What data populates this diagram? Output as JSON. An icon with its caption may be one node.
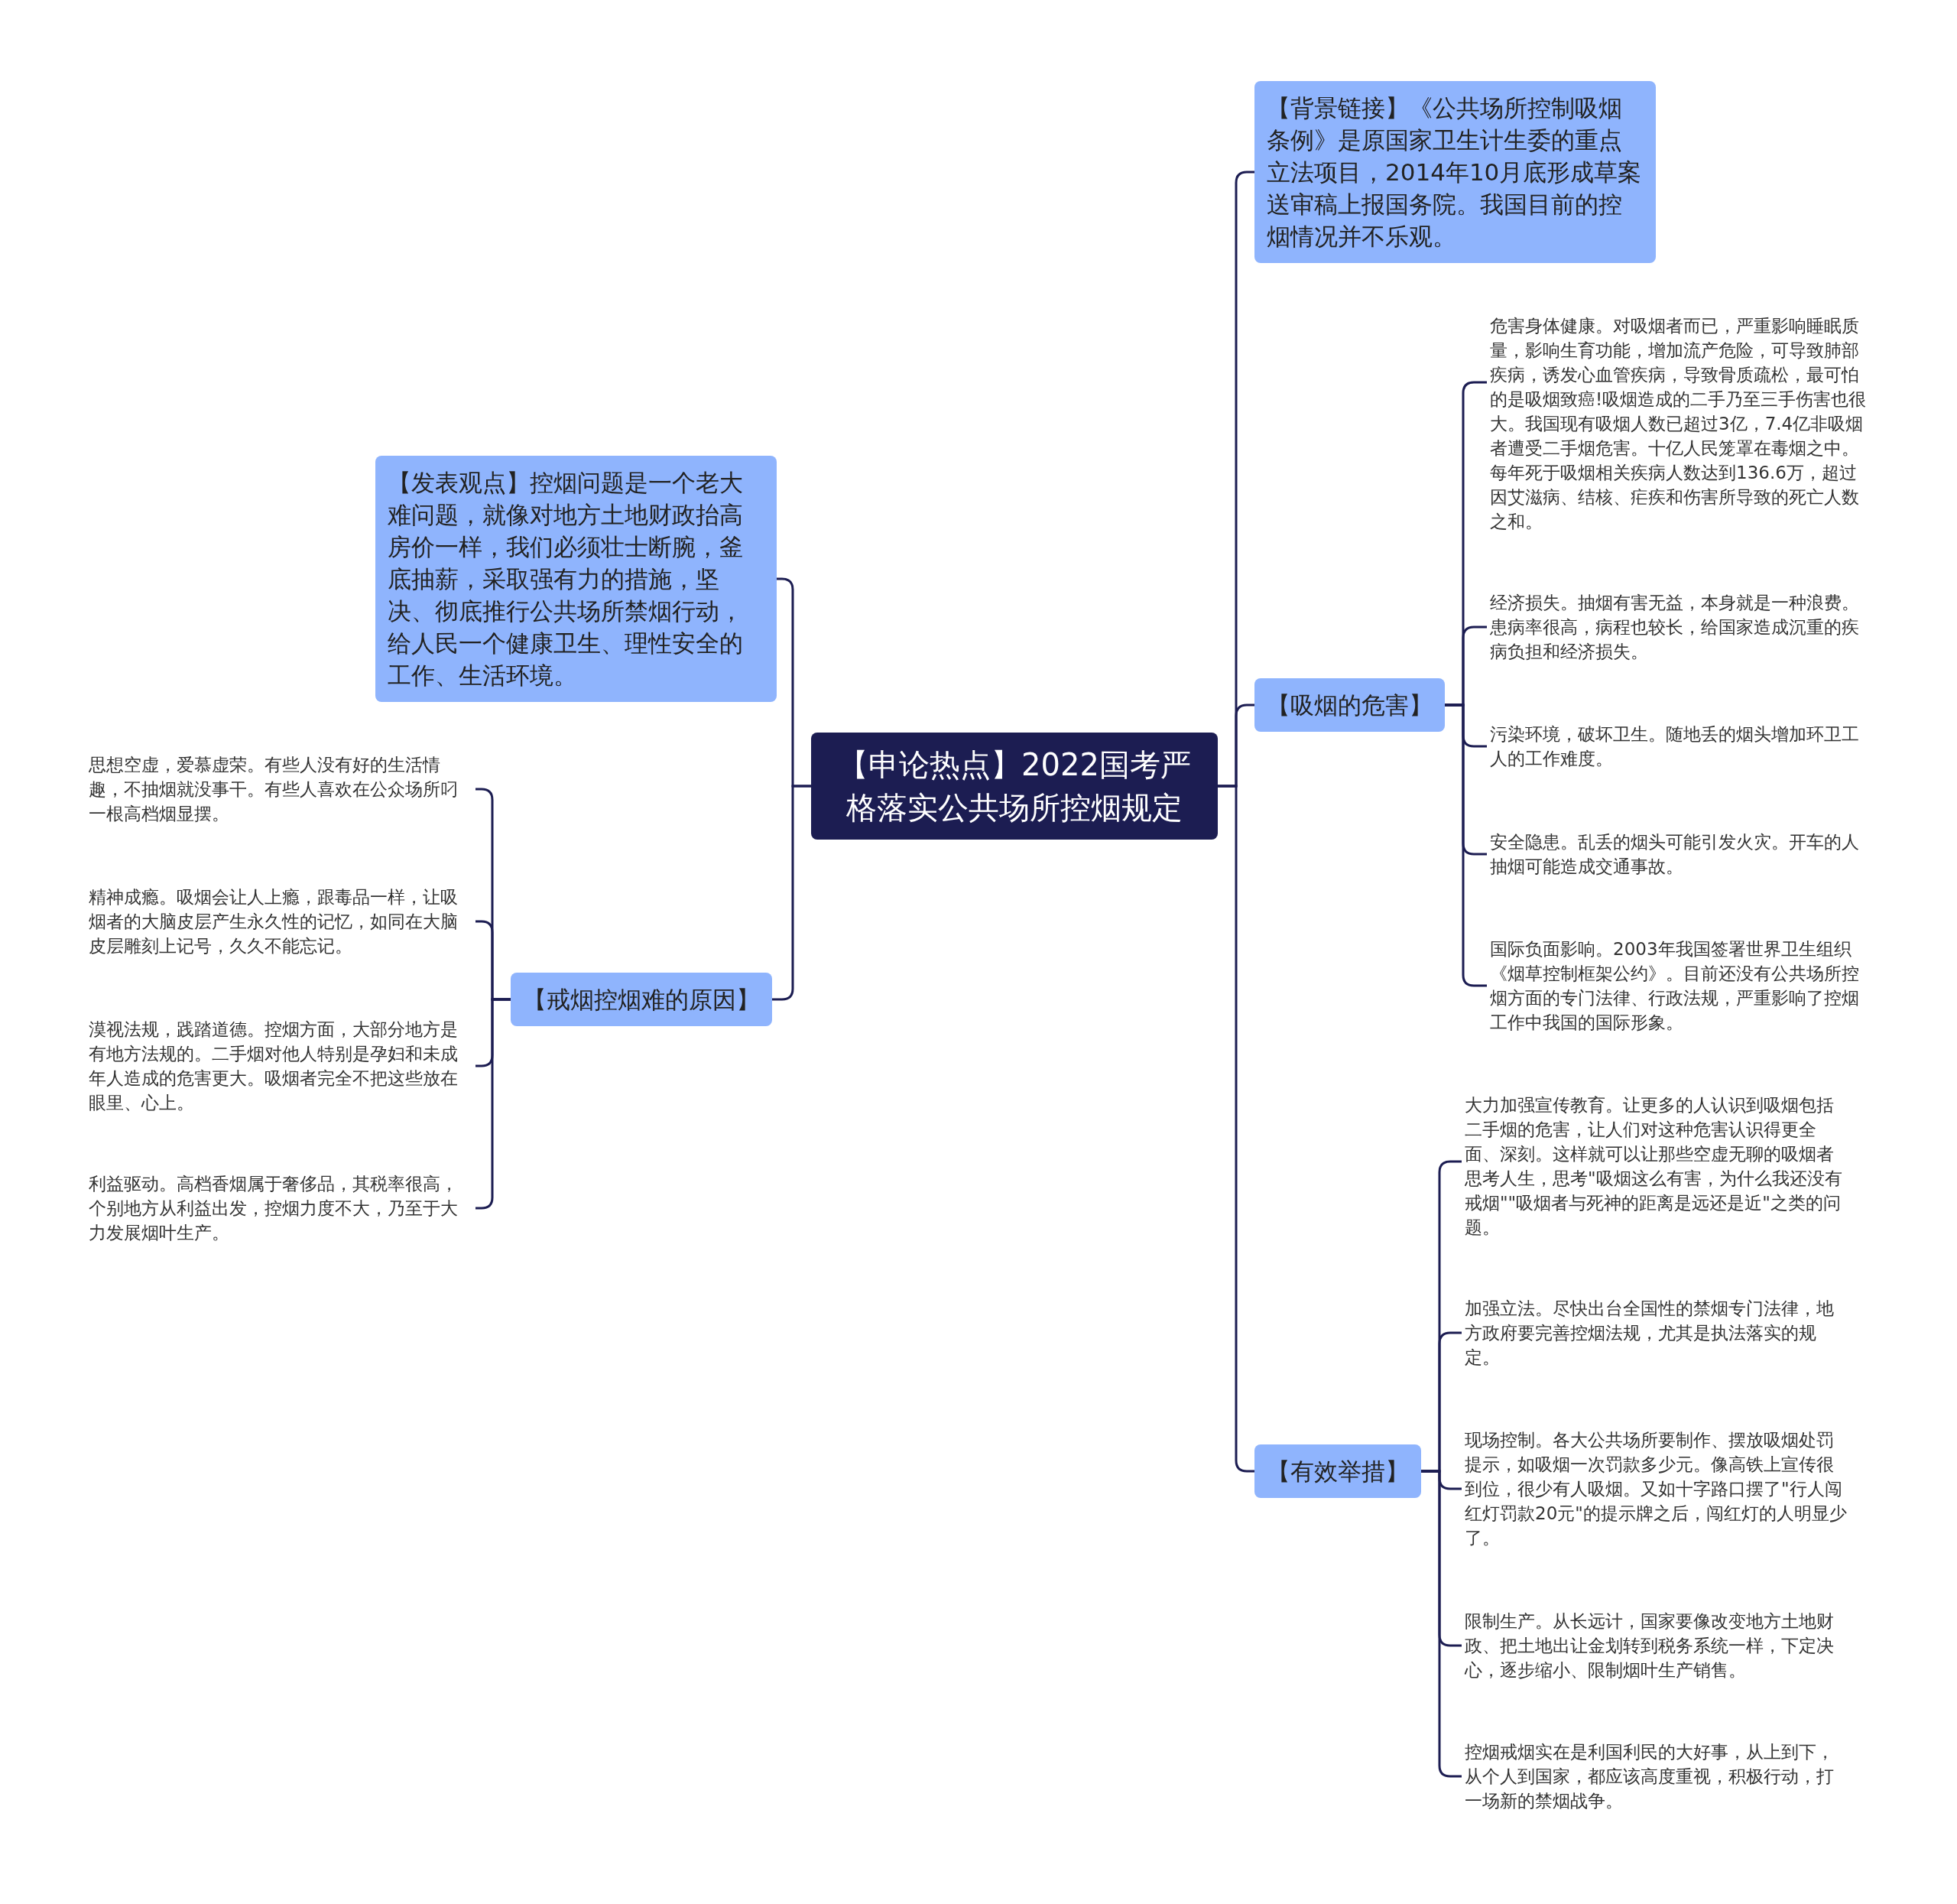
{
  "diagram": {
    "nodes": [
      {
        "text": [
          "【申论热点】2022国考严格落实公共场所控烟规定"
        ]
      },
      {
        "text": [
          "【背景链接】《公共场所控制吸烟条例》是原国家卫生计生委的重点立法项目，2014年10月底形成草案送审稿上报国务院。我国目前的控烟情况并不乐观。"
        ]
      },
      {
        "text": [
          "【吸烟的危害】"
        ]
      },
      {
        "text": [
          "危害身体健康。对吸烟者而已，严重影响睡眠质量，影响生育功能，增加流产危险，可导致肺部疾病，诱发心血管疾病，导致骨质疏松，最可怕的是吸烟致癌!吸烟造成的二手乃至三手伤害也很大。我国现有吸烟人数已超过3亿，7.4亿非吸烟者遭受二手烟危害。十亿人民笼罩在毒烟之中。每年死于吸烟相关疾病人数达到136.6万，超过因艾滋病、结核、疟疾和伤害所导致的死亡人数之和。"
        ]
      },
      {
        "text": [
          "经济损失。抽烟有害无益，本身就是一种浪费。患病率很高，病程也较长，给国家造成沉重的疾病负担和经济损失。"
        ]
      },
      {
        "text": [
          "污染环境，破坏卫生。随地丢的烟头增加环卫工人的工作难度。"
        ]
      },
      {
        "text": [
          "安全隐患。乱丢的烟头可能引发火灾。开车的人抽烟可能造成交通事故。"
        ]
      },
      {
        "text": [
          "国际负面影响。2003年我国签署世界卫生组织《烟草控制框架公约》。目前还没有公共场所控烟方面的专门法律、行政法规，严重影响了控烟工作中我国的国际形象。"
        ]
      },
      {
        "text": [
          "【有效举措】"
        ]
      },
      {
        "text": [
          "大力加强宣传教育。让更多的人认识到吸烟包括二手烟的危害，让人们对这种危害认识得更全面、深刻。这样就可以让那些空虚无聊的吸烟者思考人生，思考\"吸烟这么有害，为什么我还没有戒烟\"\"吸烟者与死神的距离是远还是近\"之类的问题。"
        ]
      },
      {
        "text": [
          "加强立法。尽快出台全国性的禁烟专门法律，地方政府要完善控烟法规，尤其是执法落实的规定。"
        ]
      },
      {
        "text": [
          "现场控制。各大公共场所要制作、摆放吸烟处罚提示，如吸烟一次罚款多少元。像高铁上宣传很到位，很少有人吸烟。又如十字路口摆了\"行人闯红灯罚款20元\"的提示牌之后，闯红灯的人明显少了。"
        ]
      },
      {
        "text": [
          "限制生产。从长远计，国家要像改变地方土地财政、把土地出让金划转到税务系统一样，下定决心，逐步缩小、限制烟叶生产销售。"
        ]
      },
      {
        "text": [
          "控烟戒烟实在是利国利民的大好事，从上到下，从个人到国家，都应该高度重视，积极行动，打一场新的禁烟战争。"
        ]
      },
      {
        "text": [
          "【发表观点】控烟问题是一个老大难问题，就像对地方土地财政抬高房价一样，我们必须壮士断腕，釜底抽薪，采取强有力的措施，坚决、彻底推行公共场所禁烟行动，给人民一个健康卫生、理性安全的工作、生活环境。"
        ]
      },
      {
        "text": [
          "【戒烟控烟难的原因】"
        ]
      },
      {
        "text": [
          "思想空虚，爱慕虚荣。有些人没有好的生活情趣，不抽烟就没事干。有些人喜欢在公众场所叼一根高档烟显摆。"
        ]
      },
      {
        "text": [
          "精神成瘾。吸烟会让人上瘾，跟毒品一样，让吸烟者的大脑皮层产生永久性的记忆，如同在大脑皮层雕刻上记号，久久不能忘记。"
        ]
      },
      {
        "text": [
          "漠视法规，践踏道德。控烟方面，大部分地方是有地方法规的。二手烟对他人特别是孕妇和未成年人造成的危害更大。吸烟者完全不把这些放在眼里、心上。"
        ]
      },
      {
        "text": [
          "利益驱动。高档香烟属于奢侈品，其税率很高，个别地方从利益出发，控烟力度不大，乃至于大力发展烟叶生产。"
        ]
      }
    ],
    "edges": [
      {
        "from": 0,
        "to": 1,
        "arrow": "none"
      },
      {
        "from": 0,
        "to": 2,
        "arrow": "none"
      },
      {
        "from": 2,
        "to": 3,
        "arrow": "none"
      },
      {
        "from": 2,
        "to": 4,
        "arrow": "none"
      },
      {
        "from": 2,
        "to": 5,
        "arrow": "none"
      },
      {
        "from": 2,
        "to": 6,
        "arrow": "none"
      },
      {
        "from": 2,
        "to": 7,
        "arrow": "none"
      },
      {
        "from": 0,
        "to": 8,
        "arrow": "none"
      },
      {
        "from": 8,
        "to": 9,
        "arrow": "none"
      },
      {
        "from": 8,
        "to": 10,
        "arrow": "none"
      },
      {
        "from": 8,
        "to": 11,
        "arrow": "none"
      },
      {
        "from": 8,
        "to": 12,
        "arrow": "none"
      },
      {
        "from": 8,
        "to": 13,
        "arrow": "none"
      },
      {
        "from": 0,
        "to": 14,
        "arrow": "none"
      },
      {
        "from": 0,
        "to": 15,
        "arrow": "none"
      },
      {
        "from": 15,
        "to": 16,
        "arrow": "none"
      },
      {
        "from": 15,
        "to": 17,
        "arrow": "none"
      },
      {
        "from": 15,
        "to": 18,
        "arrow": "none"
      },
      {
        "from": 15,
        "to": 19,
        "arrow": "none"
      }
    ]
  }
}
